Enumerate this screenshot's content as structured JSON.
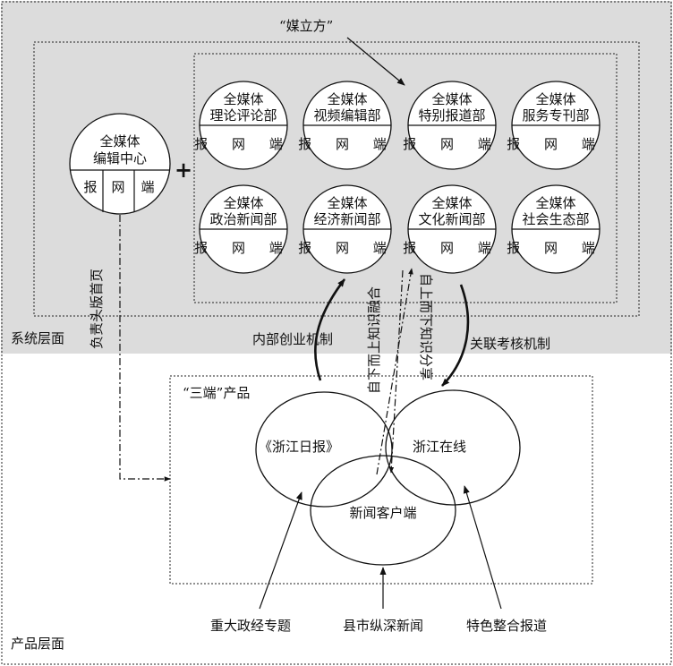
{
  "layers": {
    "system": "系统层面",
    "product": "产品层面"
  },
  "meilifang": "“媒立方”",
  "center": {
    "line1": "全媒体",
    "line2": "编辑中心",
    "cells": [
      "报",
      "网",
      "端"
    ]
  },
  "plus": "+",
  "departments": [
    {
      "line1": "全媒体",
      "line2": "理论评论部",
      "cells": "报 网 端"
    },
    {
      "line1": "全媒体",
      "line2": "视频编辑部",
      "cells": "报 网 端"
    },
    {
      "line1": "全媒体",
      "line2": "特别报道部",
      "cells": "报 网 端"
    },
    {
      "line1": "全媒体",
      "line2": "服务专刊部",
      "cells": "报 网 端"
    },
    {
      "line1": "全媒体",
      "line2": "政治新闻部",
      "cells": "报 网 端"
    },
    {
      "line1": "全媒体",
      "line2": "经济新闻部",
      "cells": "报 网 端"
    },
    {
      "line1": "全媒体",
      "line2": "文化新闻部",
      "cells": "报 网 端"
    },
    {
      "line1": "全媒体",
      "line2": "社会生态部",
      "cells": "报 网 端"
    }
  ],
  "mechanisms": {
    "left": "内部创业机制",
    "right": "关联考核机制",
    "frontpage": "负责头版首页",
    "top_down": "自下而上知识融合",
    "bottom_up": "自上而下知识分享"
  },
  "products": {
    "title": "“三端”产品",
    "zhejiang_daily": "《浙江日报》",
    "zhejiang_online": "浙江在线",
    "news_client": "新闻客户端"
  },
  "inputs": [
    "重大政经专题",
    "县市纵深新闻",
    "特色整合报道"
  ]
}
